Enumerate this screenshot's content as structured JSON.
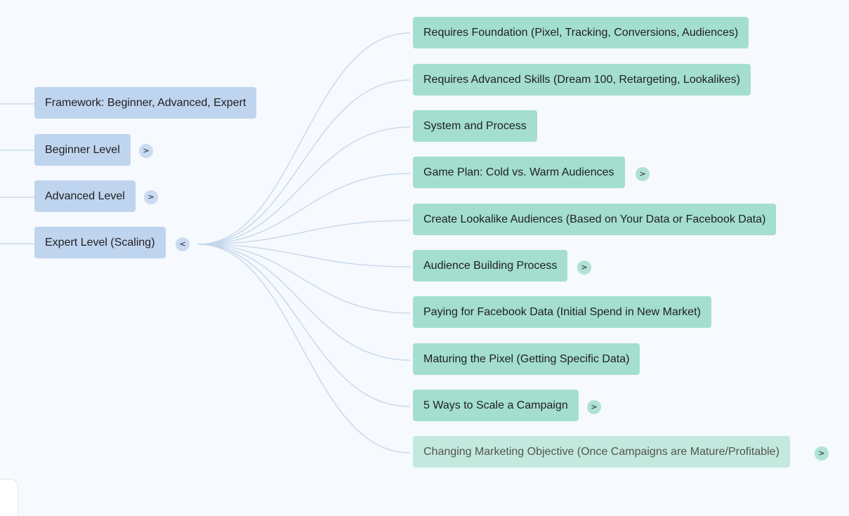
{
  "left_nodes": [
    {
      "label": "Framework: Beginner, Advanced, Expert",
      "toggle": ""
    },
    {
      "label": "Beginner Level",
      "toggle": ">"
    },
    {
      "label": "Advanced Level",
      "toggle": ">"
    },
    {
      "label": "Expert Level (Scaling)",
      "toggle": "<"
    }
  ],
  "right_nodes": [
    {
      "label": "Requires Foundation (Pixel, Tracking, Conversions, Audiences)",
      "toggle": ""
    },
    {
      "label": "Requires Advanced Skills (Dream 100, Retargeting, Lookalikes)",
      "toggle": ""
    },
    {
      "label": "System and Process",
      "toggle": ""
    },
    {
      "label": "Game Plan: Cold vs. Warm Audiences",
      "toggle": ">"
    },
    {
      "label": "Create Lookalike Audiences (Based on Your Data or Facebook Data)",
      "toggle": ""
    },
    {
      "label": "Audience Building Process",
      "toggle": ">"
    },
    {
      "label": "Paying for Facebook Data (Initial Spend in New Market)",
      "toggle": ""
    },
    {
      "label": "Maturing the Pixel (Getting Specific Data)",
      "toggle": ""
    },
    {
      "label": "5 Ways to Scale a Campaign",
      "toggle": ">"
    },
    {
      "label": "Changing Marketing Objective (Once Campaigns are Mature/Profitable)",
      "toggle": ">"
    }
  ],
  "colors": {
    "left_node": "#bfd4ee",
    "right_node": "#a3dece",
    "connector": "#c3d6ea",
    "background": "#f6f9fd"
  }
}
